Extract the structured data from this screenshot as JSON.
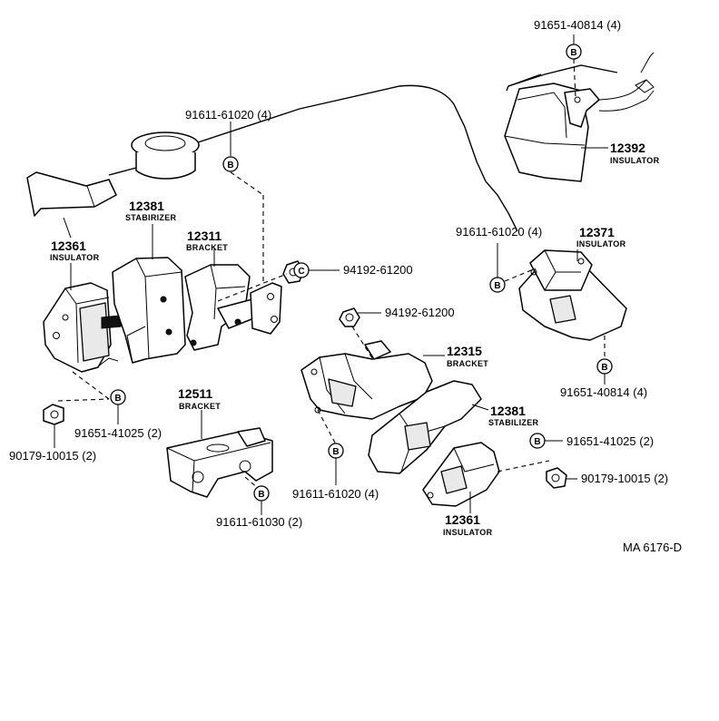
{
  "diagram": {
    "code": "MA 6176-D",
    "bolt_marker": "B",
    "nut_marker": "C",
    "labels": {
      "p91651_40814_top": "91651-40814 (4)",
      "p12392": "12392",
      "p12392_sub": "INSULATOR",
      "p91611_61020_top": "91611-61020 (4)",
      "p12381_top": "12381",
      "p12381_top_sub": "STABIRIZER",
      "p12311": "12311",
      "p12311_sub": "BRACKET",
      "p12361_top": "12361",
      "p12361_top_sub": "INSULATOR",
      "p94192_upper": "94192-61200",
      "p91611_61020_right": "91611-61020 (4)",
      "p12371": "12371",
      "p12371_sub": "INSULATOR",
      "p94192_lower": "94192-61200",
      "p12315": "12315",
      "p12315_sub": "BRACKET",
      "p91651_40814_right": "91651-40814 (4)",
      "p12511": "12511",
      "p12511_sub": "BRACKET",
      "p91651_41025_left": "91651-41025 (2)",
      "p90179_10015_left": "90179-10015 (2)",
      "p12381_bottom": "12381",
      "p12381_bottom_sub": "STABILIZER",
      "p91651_41025_right": "91651-41025 (2)",
      "p90179_10015_right": "90179-10015 (2)",
      "p91611_61020_bottom": "91611-61020 (4)",
      "p12361_bottom": "12361",
      "p12361_bottom_sub": "INSULATOR",
      "p91611_61030": "91611-61030 (2)"
    }
  }
}
